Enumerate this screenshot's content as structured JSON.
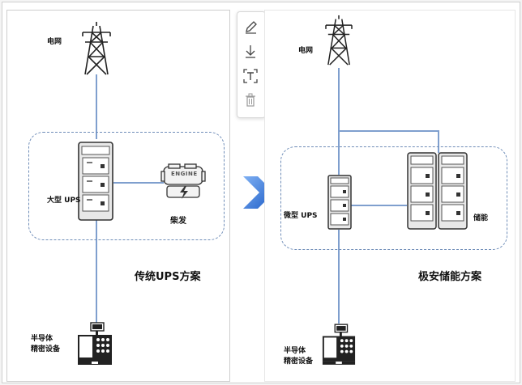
{
  "left_panel": {
    "grid_label": "电网",
    "ups_label": "大型 UPS",
    "generator_label": "柴发",
    "engine_text": "ENGINE",
    "scheme_title": "传统UPS方案",
    "equipment_label_line1": "半导体",
    "equipment_label_line2": "精密设备"
  },
  "right_panel": {
    "grid_label": "电网",
    "ups_label": "微型 UPS",
    "storage_label": "储能",
    "scheme_title": "极安储能方案",
    "equipment_label_line1": "半导体",
    "equipment_label_line2": "精密设备"
  },
  "toolbar": {
    "tools": [
      "edit-icon",
      "download-icon",
      "text-recognition-icon",
      "delete-icon"
    ]
  },
  "colors": {
    "connector_line": "#7f9fce",
    "dashed_border": "#6f8db8",
    "arrow_blue": "#2f6fd3",
    "cabinet_fill": "#e8e8e8",
    "cabinet_stroke": "#333333"
  }
}
